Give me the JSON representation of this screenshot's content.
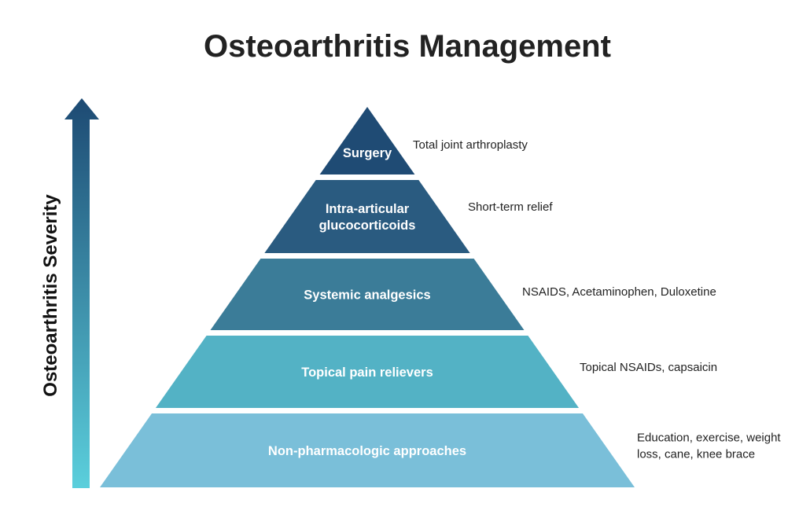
{
  "title": "Osteoarthritis Management",
  "axis_label": "Osteoarthritis Severity",
  "colors": {
    "arrow_top": "#1d4a73",
    "arrow_bottom": "#5bcfdc"
  },
  "tiers": [
    {
      "name": "surgery",
      "label": [
        "Surgery"
      ],
      "note": [
        "Total joint arthroplasty"
      ],
      "color": "#1f4b74"
    },
    {
      "name": "intra-articular-glucocorticoids",
      "label": [
        "Intra-articular",
        "glucocorticoids"
      ],
      "note": [
        "Short-term relief"
      ],
      "color": "#2a5b80"
    },
    {
      "name": "systemic-analgesics",
      "label": [
        "Systemic analgesics"
      ],
      "note": [
        "NSAIDS, Acetaminophen, Duloxetine"
      ],
      "color": "#3b7c98"
    },
    {
      "name": "topical-pain-relievers",
      "label": [
        "Topical pain relievers"
      ],
      "note": [
        "Topical NSAIDs, capsaicin"
      ],
      "color": "#53b2c5"
    },
    {
      "name": "non-pharmacologic-approaches",
      "label": [
        "Non-pharmacologic approaches"
      ],
      "note": [
        "Education, exercise, weight",
        "loss, cane, knee brace"
      ],
      "color": "#7abfd9"
    }
  ]
}
